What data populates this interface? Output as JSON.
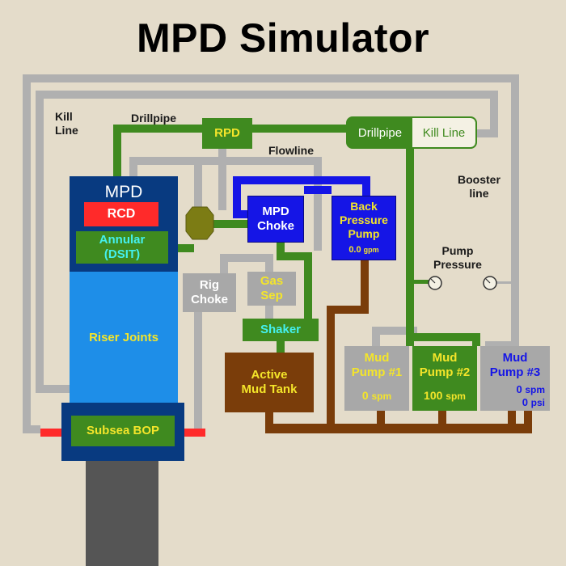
{
  "title": "MPD Simulator",
  "labels": {
    "kill_line": "Kill\nLine",
    "drillpipe": "Drillpipe",
    "flowline": "Flowline",
    "booster_line": "Booster\nline",
    "pump_pressure": "Pump\nPressure"
  },
  "pump_selector": {
    "drillpipe": "Drillpipe",
    "kill_line": "Kill Line",
    "selected": "Drillpipe"
  },
  "rpd": "RPD",
  "mpd_stack": {
    "title": "MPD",
    "rcd": "RCD",
    "annular": "Annular\n(DSIT)",
    "riser": "Riser Joints",
    "bop": "Subsea BOP"
  },
  "mpd_choke": "MPD\nChoke",
  "rig_choke": "Rig\nChoke",
  "gas_sep": "Gas\nSep",
  "shaker": "Shaker",
  "mud_tank": "Active\nMud Tank",
  "bpp": {
    "label": "Back\nPressure\nPump",
    "rate": "0.0",
    "unit": "gpm"
  },
  "pump1": {
    "label": "Mud\nPump #1",
    "rate": "0",
    "unit": "spm"
  },
  "pump2": {
    "label": "Mud\nPump #2",
    "rate": "100",
    "unit": "spm"
  },
  "pump3": {
    "label": "Mud\nPump #3",
    "rate": "0",
    "unit": "spm",
    "pressure": "0",
    "pressure_unit": "psi"
  },
  "colors": {
    "background": "#e4dcca",
    "pipe_gray": "#b0b0b0",
    "pipe_green": "#3f8a1f",
    "pipe_blue": "#1515e6",
    "pipe_brown": "#7a3d0a",
    "stack_navy": "#083a80",
    "riser_blue": "#1e8ee8",
    "rcd_red": "#ff2a2a"
  }
}
